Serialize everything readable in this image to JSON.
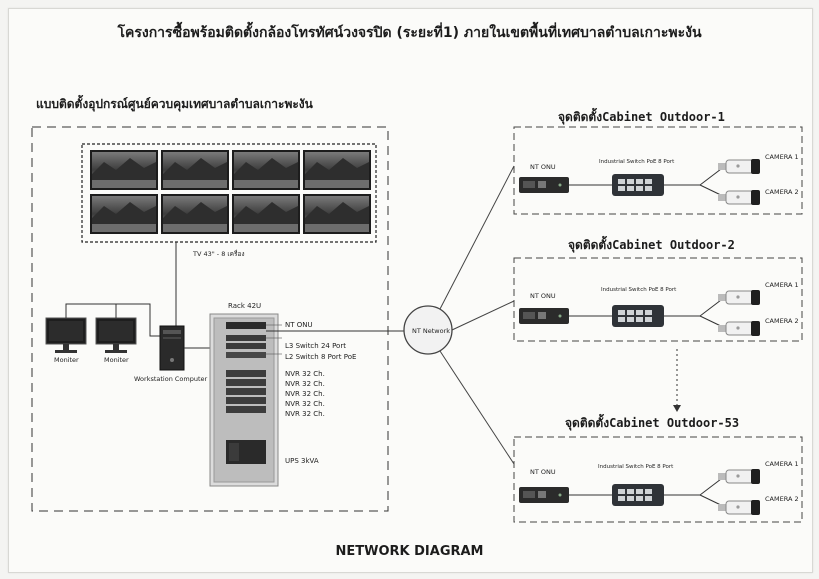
{
  "header": {
    "title": "โครงการซื้อพร้อมติดตั้งกล้องโทรทัศน์วงจรปิด (ระยะที่1) ภายในเขตพื้นที่เทศบาลตำบลเกาะพะงัน",
    "subtitle": "แบบติดตั้งอุปกรณ์ศูนย์ควบคุมเทศบาลตำบลเกาะพะงัน"
  },
  "control_room": {
    "tv_label": "TV 43\" - 8 เครื่อง",
    "monitors": [
      "Moniter",
      "Moniter"
    ],
    "workstation": "Workstation Computer",
    "rack_title": "Rack 42U",
    "rack_items": [
      "NT ONU",
      "L3 Switch 24 Port",
      "L2 Switch 8 Port PoE",
      "NVR 32 Ch.",
      "NVR 32 Ch.",
      "NVR 32 Ch.",
      "NVR 32 Ch.",
      "NVR 32 Ch.",
      "UPS 3kVA"
    ]
  },
  "network": {
    "hub_label": "NT Network"
  },
  "cabinets": [
    {
      "title": "จุดติดตั้งCabinet Outdoor-1",
      "onu": "NT ONU",
      "switch": "Industrial Switch PoE 8 Port",
      "cameras": [
        "CAMERA 1",
        "CAMERA 2"
      ]
    },
    {
      "title": "จุดติดตั้งCabinet Outdoor-2",
      "onu": "NT ONU",
      "switch": "Industrial Switch PoE 8 Port",
      "cameras": [
        "CAMERA 1",
        "CAMERA 2"
      ]
    },
    {
      "title": "จุดติดตั้งCabinet Outdoor-53",
      "onu": "NT ONU",
      "switch": "Industrial Switch PoE 8 Port",
      "cameras": [
        "CAMERA 1",
        "CAMERA 2"
      ]
    }
  ],
  "footer": {
    "caption": "NETWORK DIAGRAM"
  }
}
